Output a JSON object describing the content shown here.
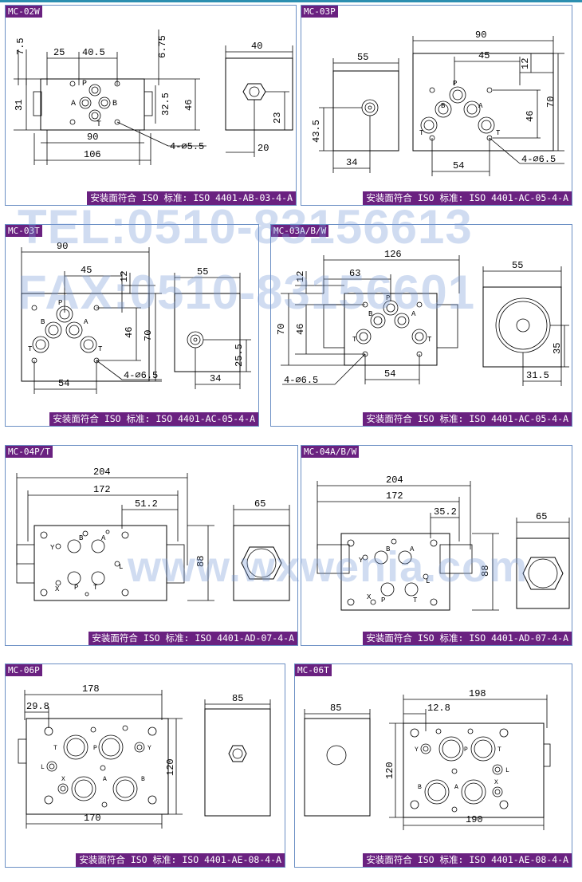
{
  "panels": [
    {
      "tag": "MC-02W",
      "std": "安装面符合 ISO 标准: ISO 4401-AB-03-4-A",
      "dims": {
        "d1": "25",
        "d2": "40.5",
        "d3": "7.5",
        "d4": "6.75",
        "d5": "31",
        "d6": "32.5",
        "d7": "46",
        "d8": "90",
        "d9": "106",
        "d10": "4-⌀5.5",
        "s1": "40",
        "s2": "23",
        "s3": "20"
      },
      "ports": {
        "p": "P",
        "a": "A",
        "b": "B",
        "t": "T"
      }
    },
    {
      "tag": "MC-03P",
      "std": "安装面符合 ISO 标准: ISO 4401-AC-05-4-A",
      "dims": {
        "s1": "55",
        "s2": "43.5",
        "s3": "34",
        "d1": "90",
        "d2": "45",
        "d3": "12",
        "d4": "46",
        "d5": "70",
        "d6": "54",
        "d7": "4-⌀6.5"
      },
      "ports": {
        "p": "P",
        "a": "A",
        "b": "B",
        "t1": "T",
        "t2": "T"
      }
    },
    {
      "tag": "MC-03T",
      "std": "安装面符合 ISO 标准: ISO 4401-AC-05-4-A",
      "dims": {
        "d1": "90",
        "d2": "45",
        "d3": "12",
        "d4": "46",
        "d5": "70",
        "d6": "54",
        "d7": "4-⌀6.5",
        "s1": "55",
        "s2": "25.5",
        "s3": "34"
      },
      "ports": {
        "p": "P",
        "a": "A",
        "b": "B",
        "t1": "T",
        "t2": "T"
      }
    },
    {
      "tag": "MC-03A/B/W",
      "std": "安装面符合 ISO 标准: ISO 4401-AC-05-4-A",
      "dims": {
        "d1": "126",
        "d2": "63",
        "d3": "12",
        "d4": "46",
        "d5": "70",
        "d6": "54",
        "d7": "4-⌀6.5",
        "s1": "55",
        "s2": "35",
        "s3": "31.5"
      },
      "ports": {
        "p": "P",
        "a": "A",
        "b": "B",
        "t1": "T",
        "t2": "T"
      }
    },
    {
      "tag": "MC-04P/T",
      "std": "安装面符合 ISO 标准: ISO 4401-AD-07-4-A",
      "dims": {
        "d1": "204",
        "d2": "172",
        "d3": "51.2",
        "d4": "88",
        "s1": "65"
      },
      "ports": {
        "y": "Y",
        "x": "X",
        "p": "P",
        "l": "L",
        "a": "A",
        "b": "B",
        "t": "T"
      }
    },
    {
      "tag": "MC-04A/B/W",
      "std": "安装面符合 ISO 标准: ISO 4401-AD-07-4-A",
      "dims": {
        "d1": "204",
        "d2": "172",
        "d3": "35.2",
        "d4": "88",
        "s1": "65"
      },
      "ports": {
        "y": "Y",
        "x": "X",
        "p": "P",
        "l": "L",
        "a": "A",
        "b": "B",
        "t": "T"
      }
    },
    {
      "tag": "MC-06P",
      "std": "安装面符合 ISO 标准: ISO 4401-AE-08-4-A",
      "dims": {
        "d1": "178",
        "d2": "29.8",
        "d3": "120",
        "d4": "170",
        "s1": "85"
      },
      "ports": {
        "t": "T",
        "p": "P",
        "y": "Y",
        "l": "L",
        "x": "X",
        "a": "A",
        "b": "B"
      }
    },
    {
      "tag": "MC-06T",
      "std": "安装面符合 ISO 标准: ISO 4401-AE-08-4-A",
      "dims": {
        "d1": "198",
        "d2": "12.8",
        "d3": "120",
        "d4": "190",
        "s1": "85"
      },
      "ports": {
        "t": "T",
        "p": "P",
        "y": "Y",
        "l": "L",
        "x": "X",
        "a": "A",
        "b": "B"
      }
    }
  ],
  "watermarks": {
    "tel": "TEL:0510-83156613",
    "fax": "FAX:0510-83156601",
    "web": "www.wxwenia.com"
  }
}
